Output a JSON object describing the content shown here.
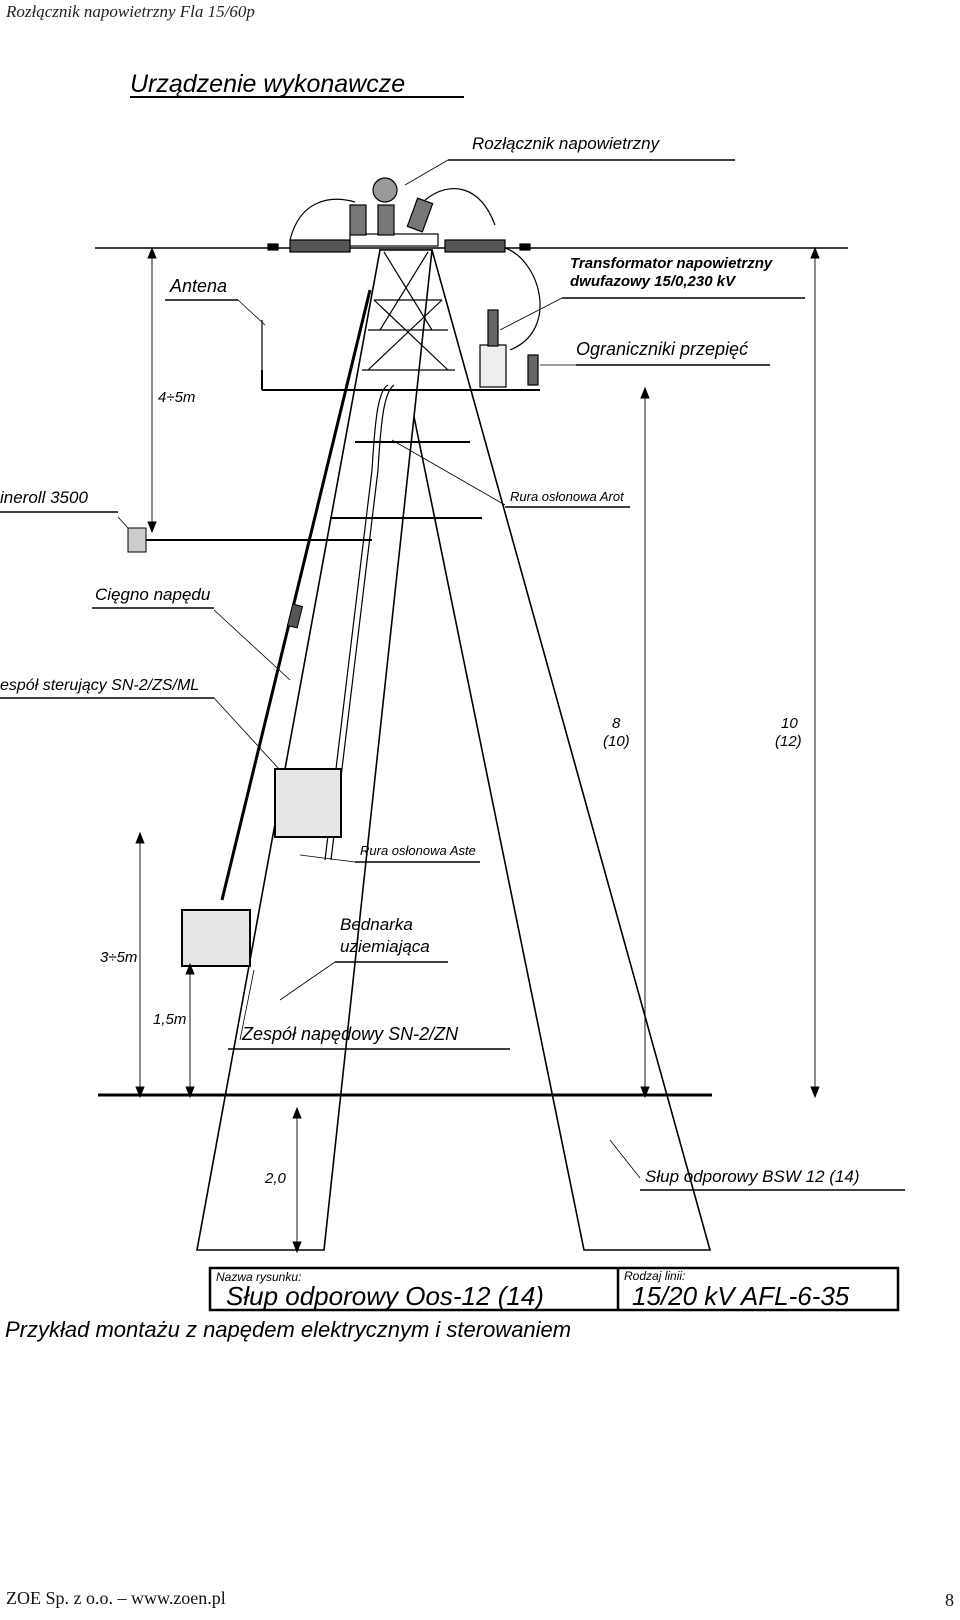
{
  "header": {
    "doc_title": "Rozłącznik napowietrzny Fla 15/60p"
  },
  "diagram": {
    "title": "Urządzenie wykonawcze",
    "labels": {
      "disconnector": "Rozłącznik napowietrzny",
      "transformer_line1": "Transformator napowietrzny",
      "transformer_line2": "dwufazowy 15/0,230 kV",
      "antenna": "Antena",
      "surge_arresters": "Ograniczniki przepięć",
      "antenna_height": "4÷5m",
      "radio_unit": "ineroll 3500",
      "conduit_arot": "Rura osłonowa Arot",
      "drive_rod": "Cięgno napędu",
      "control_unit": "espół sterujący SN-2/ZS/ML",
      "height_8": "8",
      "height_8_alt": "(10)",
      "height_10": "10",
      "height_10_alt": "(12)",
      "conduit_aste": "Rura osłonowa Aste",
      "earthing_line1": "Bednarka",
      "earthing_line2": "uziemiająca",
      "control_height": "3÷5m",
      "drive_height": "1,5m",
      "drive_unit": "Zespół napędowy SN-2/ZN",
      "depth": "2,0",
      "pole": "Słup odporowy BSW 12 (14)"
    },
    "title_block": {
      "drawing_name_caption": "Nazwa rysunku:",
      "drawing_name": "Słup odporowy Oos-12 (14)",
      "line_type_caption": "Rodzaj linii:",
      "line_type": "15/20 kV  AFL-6-35"
    },
    "caption": "Przykład montażu z napędem elektrycznym i sterowaniem"
  },
  "footer": {
    "company": "ZOE Sp. z o.o. – www.zoen.pl",
    "page_number": "8"
  }
}
